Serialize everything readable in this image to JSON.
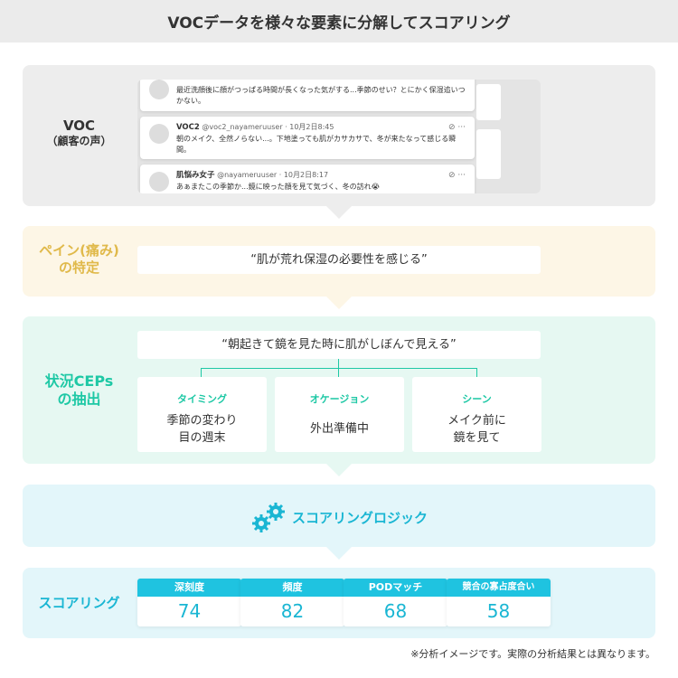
{
  "title": "VOCデータを様々な要素に分解してスコアリング",
  "voc": {
    "label_1": "VOC",
    "label_2": "（顧客の声）",
    "tweets": [
      {
        "name": "",
        "handle": "",
        "text": "最近洗顔後に顔がつっぱる時間が長くなった気がする...季節のせい？とにかく保湿追いつかない。"
      },
      {
        "name": "VOC2",
        "handle": "@voc2_nayameruuser · 10月2日8:45",
        "text": "朝のメイク、全然ノらない...。下地塗っても肌がカサカサで、冬が来たなって感じる瞬間。"
      },
      {
        "name": "肌悩み女子",
        "handle": "@nayameruuser · 10月2日8:17",
        "text": "あぁまたこの季節か...鏡に映った顔を見て気づく、冬の訪れ😭"
      }
    ]
  },
  "pain": {
    "label_1": "ペイン(痛み)",
    "label_2": "の特定",
    "quote": "“肌が荒れ保湿の必要性を感じる”"
  },
  "ceps": {
    "label_1": "状況CEPs",
    "label_2": "の抽出",
    "quote": "“朝起きて鏡を見た時に肌がしぼんで見える”",
    "cards": [
      {
        "key": "タイミング",
        "value": "季節の変わり目の週末"
      },
      {
        "key": "オケージョン",
        "value": "外出準備中"
      },
      {
        "key": "シーン",
        "value": "メイク前に鏡を見て"
      }
    ]
  },
  "logic": {
    "label": "スコアリングロジック",
    "icon": "gears-icon"
  },
  "scoring": {
    "label": "スコアリング",
    "scores": [
      {
        "key": "深刻度",
        "value": "74"
      },
      {
        "key": "頻度",
        "value": "82"
      },
      {
        "key": "PODマッチ",
        "value": "68"
      },
      {
        "key": "競合の寡占度合い",
        "value": "58"
      }
    ]
  },
  "footnote": "※分析イメージです。実際の分析結果とは異なります。",
  "colors": {
    "pain": "#e0b94a",
    "ceps": "#1ec8a5",
    "logic": "#1ab6d3",
    "score_header": "#1fc3e0"
  }
}
